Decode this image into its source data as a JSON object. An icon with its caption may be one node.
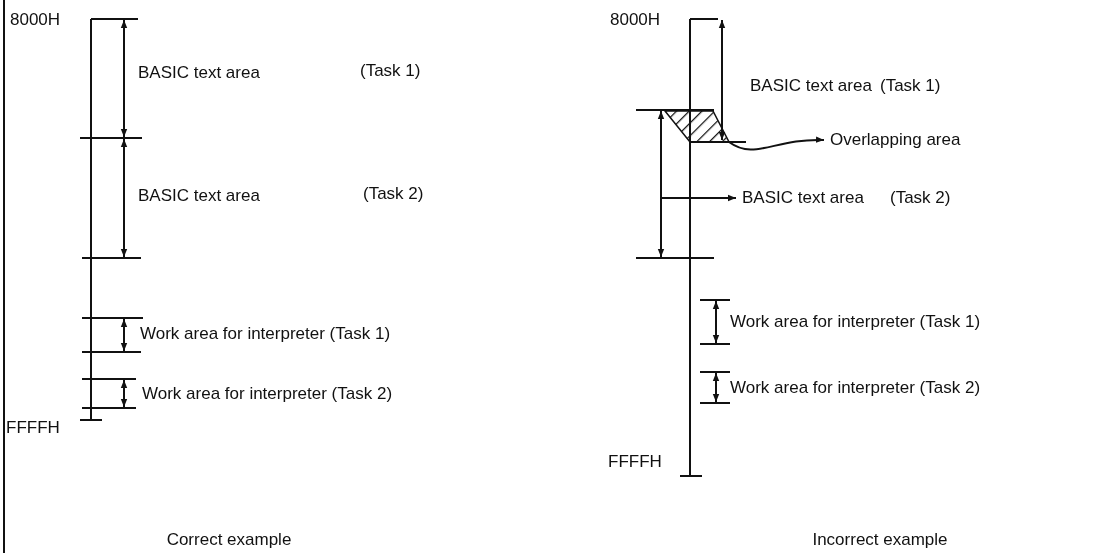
{
  "diagram": {
    "nodes": [
      {
        "text": [],
        "shape": "box"
      },
      {
        "text": [
          "Overlapping area"
        ]
      },
      {
        "text": [
          "BASIC text area",
          "(Task 2)"
        ]
      }
    ],
    "edges": [
      {
        "from": 0,
        "to": 1,
        "arrow": "to"
      },
      {
        "from": null,
        "to": 2,
        "arrow": "to"
      }
    ],
    "labels": [
      "8000H",
      "BASIC text area",
      "(Task 1)",
      "BASIC text area",
      "(Task 2)",
      "Work area for interpreter (Task 1)",
      "Work area for interpreter (Task 2)",
      "FFFFH",
      "Correct example",
      "8000H",
      "BASIC text area",
      "(Task 1)",
      "Work area for interpreter (Task 1)",
      "Work area for interpreter (Task 2)",
      "FFFFH",
      "Incorrect example"
    ]
  }
}
